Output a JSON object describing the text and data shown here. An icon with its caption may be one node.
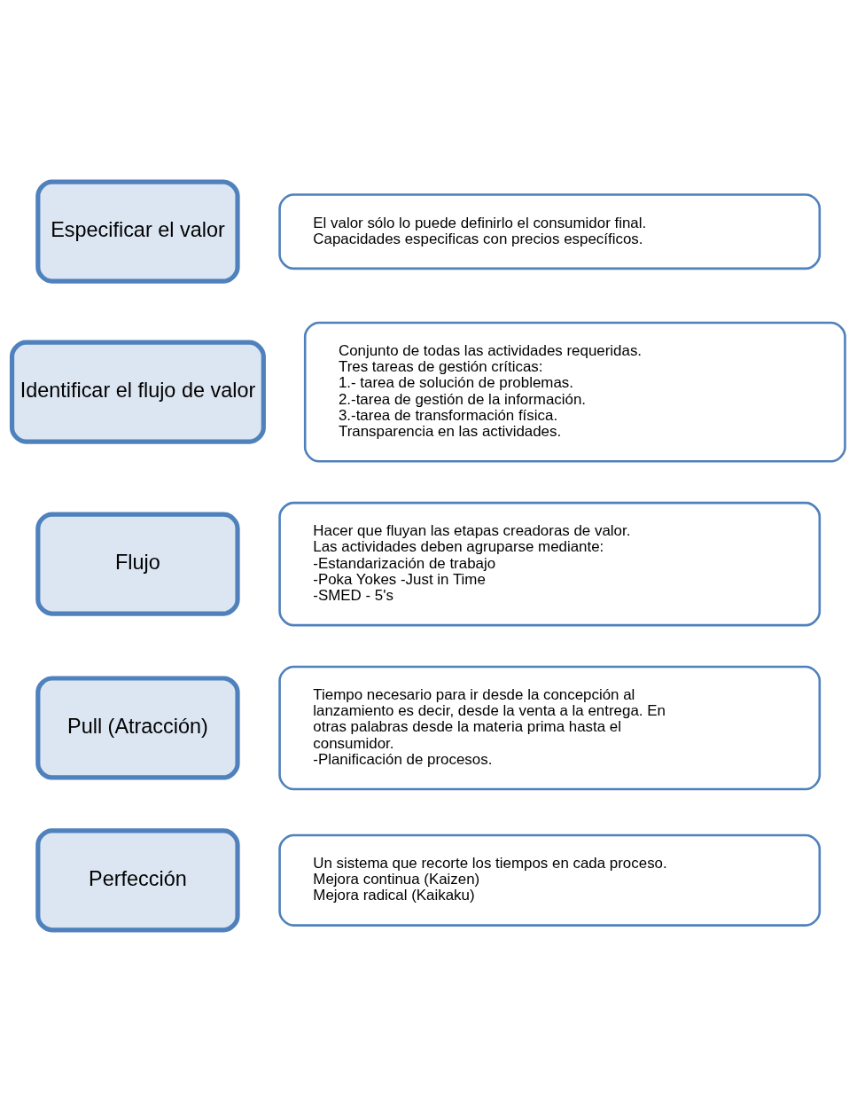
{
  "diagram": {
    "nodes": [
      {
        "text": [
          "Especificar el valor"
        ]
      },
      {
        "text": [
          "El valor sólo lo puede definirlo el consumidor final.",
          "Capacidades especificas con precios específicos."
        ]
      },
      {
        "text": [
          "Identificar el flujo de valor"
        ]
      },
      {
        "text": [
          "Conjunto de todas las actividades requeridas.",
          "Tres tareas de gestión críticas:",
          "1.- tarea de solución de problemas.",
          "2.-tarea de gestión de la información.",
          "3.-tarea de transformación física.",
          "Transparencia en las actividades."
        ]
      },
      {
        "text": [
          "Flujo"
        ]
      },
      {
        "text": [
          "Hacer que fluyan las etapas creadoras de valor.",
          "Las actividades deben agruparse mediante:",
          "-Estandarización de trabajo",
          "-Poka Yokes -Just in Time",
          "-SMED - 5's"
        ]
      },
      {
        "text": [
          "Pull (Atracción)"
        ]
      },
      {
        "text": [
          "Tiempo necesario para ir desde la concepción al lanzamiento es decir, desde la venta a la entrega. En otras palabras desde la materia prima hasta el consumidor.",
          "-Planificación de procesos."
        ]
      },
      {
        "text": [
          "Perfección"
        ]
      },
      {
        "text": [
          "Un sistema que recorte los tiempos en cada proceso.",
          "Mejora continua (Kaizen)",
          "Mejora radical (Kaikaku)"
        ]
      }
    ],
    "edges": []
  }
}
